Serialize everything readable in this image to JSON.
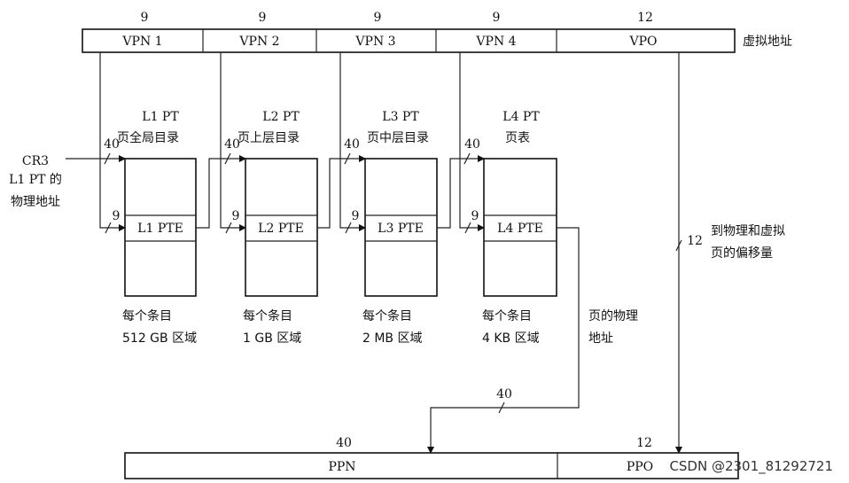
{
  "virtual_address": {
    "label": "虚拟地址",
    "fields": [
      {
        "name": "VPN 1",
        "bits": "9"
      },
      {
        "name": "VPN 2",
        "bits": "9"
      },
      {
        "name": "VPN 3",
        "bits": "9"
      },
      {
        "name": "VPN 4",
        "bits": "9"
      },
      {
        "name": "VPO",
        "bits": "12"
      }
    ]
  },
  "page_tables": [
    {
      "title": "L1 PT",
      "subtitle": "页全局目录",
      "pte": "L1 PTE",
      "bits_in": "40",
      "bits_idx": "9",
      "note1": "每个条目",
      "note2": "512 GB 区域"
    },
    {
      "title": "L2 PT",
      "subtitle": "页上层目录",
      "pte": "L2 PTE",
      "bits_in": "40",
      "bits_idx": "9",
      "note1": "每个条目",
      "note2": "1 GB 区域"
    },
    {
      "title": "L3 PT",
      "subtitle": "页中层目录",
      "pte": "L3 PTE",
      "bits_in": "40",
      "bits_idx": "9",
      "note1": "每个条目",
      "note2": "2 MB 区域"
    },
    {
      "title": "L4 PT",
      "subtitle": "页表",
      "pte": "L4 PTE",
      "bits_in": "40",
      "bits_idx": "9",
      "note1": "每个条目",
      "note2": "4 KB 区域"
    }
  ],
  "cr3": {
    "line1": "CR3",
    "line2": "L1 PT 的",
    "line3": "物理地址"
  },
  "offset_note": {
    "bits": "12",
    "line1": "到物理和虚拟",
    "line2": "页的偏移量"
  },
  "page_phys_note": {
    "line1": "页的物理",
    "line2": "地址",
    "bits": "40"
  },
  "physical_address": {
    "fields": [
      {
        "name": "PPN",
        "bits": "40"
      },
      {
        "name": "PPO",
        "bits": "12"
      }
    ]
  },
  "watermark": "CSDN @2301_81292721"
}
